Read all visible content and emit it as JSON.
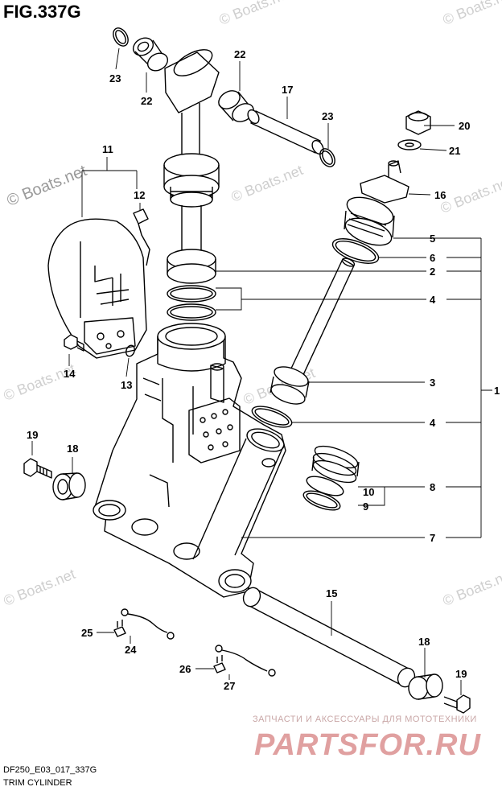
{
  "figure": {
    "title": "FIG.337G",
    "code": "DF250_E03_017_337G",
    "name": "TRIM CYLINDER"
  },
  "watermark": {
    "text": "© Boats.net",
    "color": "#cfcfcf"
  },
  "logo": {
    "tagline": "ЗАПЧАСТИ И АКСЕССУАРЫ ДЛЯ МОТОТЕХНИКИ",
    "brand": "PARTSFOR.RU",
    "color": "#e0a0a0"
  },
  "callouts": [
    "23",
    "22",
    "22",
    "17",
    "23",
    "20",
    "21",
    "16",
    "11",
    "12",
    "5",
    "6",
    "2",
    "4",
    "3",
    "4",
    "1",
    "13",
    "14",
    "19",
    "18",
    "8",
    "10",
    "9",
    "7",
    "15",
    "25",
    "24",
    "18",
    "26",
    "27",
    "19"
  ]
}
